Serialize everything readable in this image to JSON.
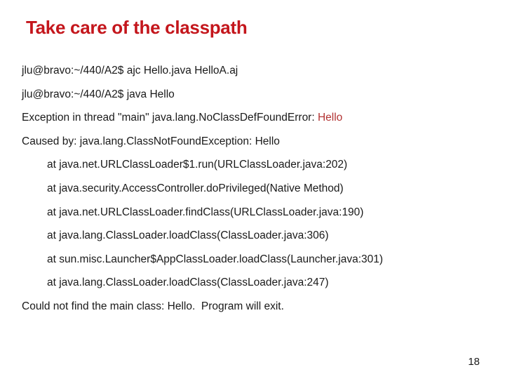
{
  "slide": {
    "title": "Take care of the classpath",
    "page_number": "18",
    "colors": {
      "background": "#FFFFFF",
      "title_red": "#C4161C",
      "error_red": "#B23333",
      "body_text": "#1A1A1A"
    },
    "terminal": {
      "prompt_line_1": "jlu@bravo:~/440/A2$ ajc Hello.java HelloA.aj",
      "prompt_line_2": "jlu@bravo:~/440/A2$ java Hello",
      "exception_prefix": "Exception in thread \"main\" java.lang.NoClassDefFoundError: ",
      "exception_highlight": "Hello",
      "caused_by": "Caused by: java.lang.ClassNotFoundException: Hello",
      "stack": [
        "at java.net.URLClassLoader$1.run(URLClassLoader.java:202)",
        "at java.security.AccessController.doPrivileged(Native Method)",
        "at java.net.URLClassLoader.findClass(URLClassLoader.java:190)",
        "at java.lang.ClassLoader.loadClass(ClassLoader.java:306)",
        "at sun.misc.Launcher$AppClassLoader.loadClass(Launcher.java:301)",
        "at java.lang.ClassLoader.loadClass(ClassLoader.java:247)"
      ],
      "final_line": "Could not find the main class: Hello.  Program will exit."
    }
  }
}
